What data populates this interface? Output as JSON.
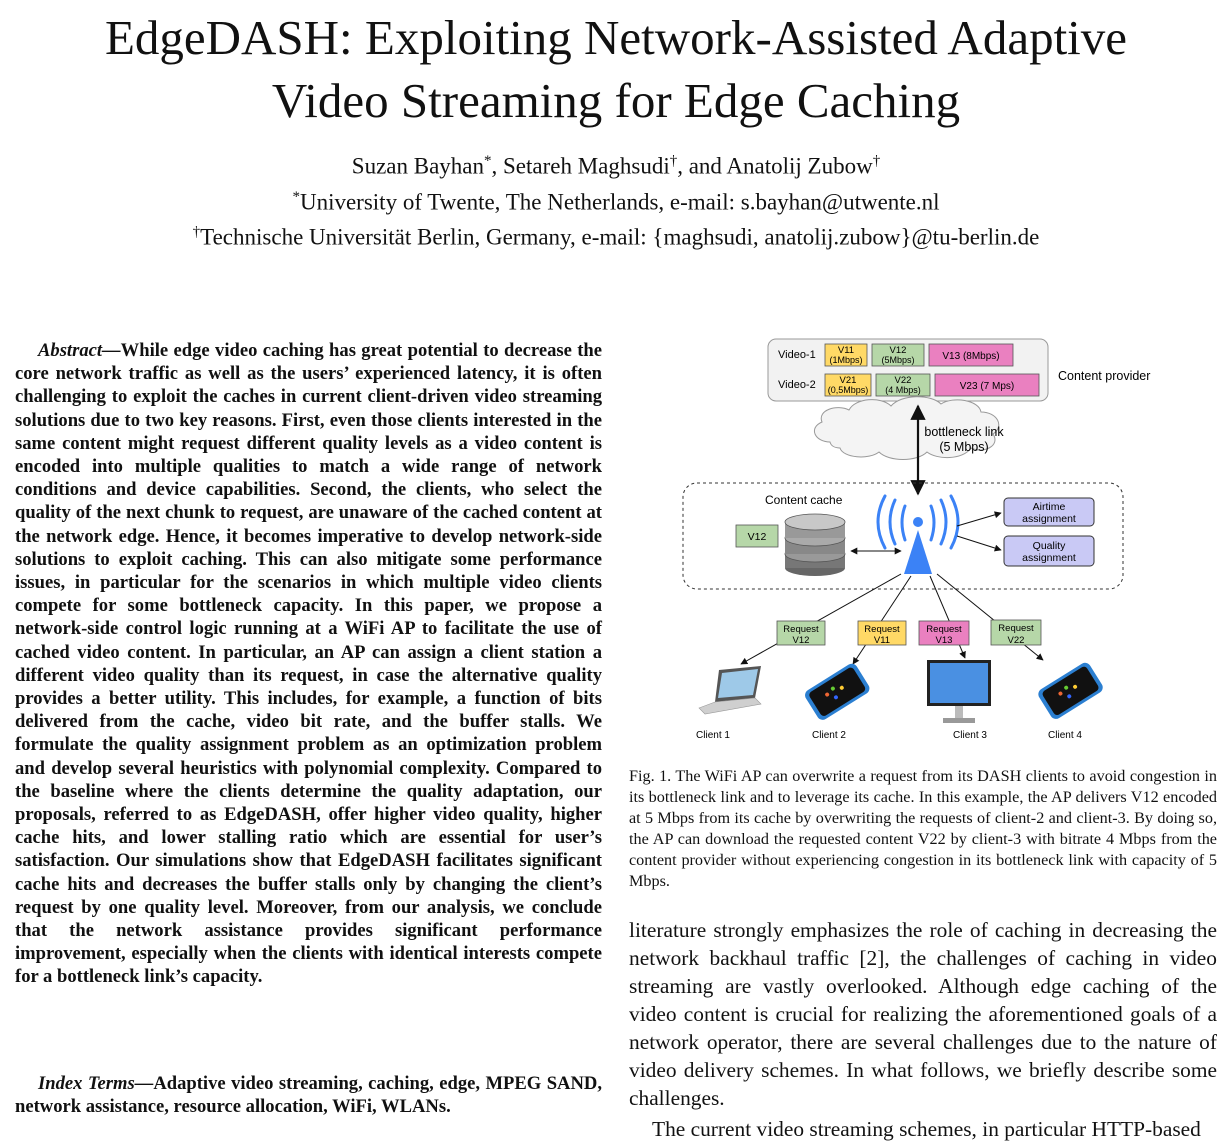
{
  "paper": {
    "title_line1": "EdgeDASH: Exploiting Network-Assisted Adaptive",
    "title_line2": "Video Streaming for Edge Caching",
    "authors": {
      "a1": "Suzan Bayhan",
      "a1_mark": "*",
      "a2": "Setareh Maghsudi",
      "a2_mark": "†",
      "a3": "and Anatolij Zubow",
      "a3_mark": "†",
      "aff1_mark": "*",
      "aff1": "University of Twente, The Netherlands, e-mail: s.bayhan@utwente.nl",
      "aff2_mark": "†",
      "aff2": "Technische Universität Berlin, Germany, e-mail: {maghsudi, anatolij.zubow}@tu-berlin.de"
    }
  },
  "abstract": {
    "lead": "Abstract—",
    "text": "While edge video caching has great potential to decrease the core network traffic as well as the users’ experienced latency, it is often challenging to exploit the caches in current client-driven video streaming solutions due to two key reasons. First, even those clients interested in the same content might request different quality levels as a video content is encoded into multiple qualities to match a wide range of network conditions and device capabilities. Second, the clients, who select the quality of the next chunk to request, are unaware of the cached content at the network edge. Hence, it becomes imperative to develop network-side solutions to exploit caching. This can also mitigate some performance issues, in particular for the scenarios in which multiple video clients compete for some bottleneck capacity. In this paper, we propose a network-side control logic running at a WiFi AP to facilitate the use of cached video content. In particular, an AP can assign a client station a different video quality than its request, in case the alternative quality provides a better utility. This includes, for example, a function of bits delivered from the cache, video bit rate, and the buffer stalls. We formulate the quality assignment problem as an optimization problem and develop several heuristics with polynomial complexity. Compared to the baseline where the clients determine the quality adaptation, our proposals, referred to as EdgeDASH, offer higher video quality, higher cache hits, and lower stalling ratio which are essential for user’s satisfaction. Our simulations show that EdgeDASH facilitates significant cache hits and decreases the buffer stalls only by changing the client’s request by one quality level. Moreover, from our analysis, we conclude that the network assistance provides significant performance improvement, especially when the clients with identical interests compete for a bottleneck link’s capacity."
  },
  "index_terms": {
    "lead": "Index Terms—",
    "text": "Adaptive video streaming, caching, edge, MPEG SAND, network assistance, resource allocation, WiFi, WLANs."
  },
  "figure": {
    "video1_label": "Video-1",
    "video2_label": "Video-2",
    "v11": "V11",
    "v11_rate": "(1Mbps)",
    "v12": "V12",
    "v12_rate": "(5Mbps)",
    "v13": "V13 (8Mbps)",
    "v21": "V21",
    "v21_rate": "(0,5Mbps)",
    "v22": "V22",
    "v22_rate": "(4 Mbps)",
    "v23": "V23 (7 Mps)",
    "content_provider": "Content provider",
    "bottleneck_1": "bottleneck link",
    "bottleneck_2": "(5 Mbps)",
    "content_cache": "Content cache",
    "cache_item": "V12",
    "airtime_1": "Airtime",
    "airtime_2": "assignment",
    "quality_1": "Quality",
    "quality_2": "assignment",
    "req_word": "Request",
    "req1": "V12",
    "req2": "V11",
    "req3": "V13",
    "req4": "V22",
    "client1": "Client 1",
    "client2": "Client 2",
    "client3": "Client 3",
    "client4": "Client 4",
    "colors": {
      "yellow": "#ffd966",
      "green": "#b6d7a8",
      "pink": "#ea80c0",
      "lavender": "#c9c9f5",
      "ap_blue": "#3b82f6"
    }
  },
  "caption": "Fig. 1.  The WiFi AP can overwrite a request from its DASH clients to avoid congestion in its bottleneck link and to leverage its cache. In this example, the AP delivers V12 encoded at 5 Mbps from its cache by overwriting the requests of client-2 and client-3. By doing so, the AP can download the requested content V22 by client-3 with bitrate 4 Mbps from the content provider without experiencing congestion in its bottleneck link with capacity of 5 Mbps.",
  "body_text": "literature strongly emphasizes the role of caching in decreasing the network backhaul traffic [2], the challenges of caching in video streaming are vastly overlooked. Although edge caching of the video content is crucial for realizing the aforementioned goals of a network operator, there are several challenges due to the nature of video delivery schemes. In what follows, we briefly describe some challenges.",
  "body_text2": "The current video streaming schemes, in particular HTTP-based"
}
